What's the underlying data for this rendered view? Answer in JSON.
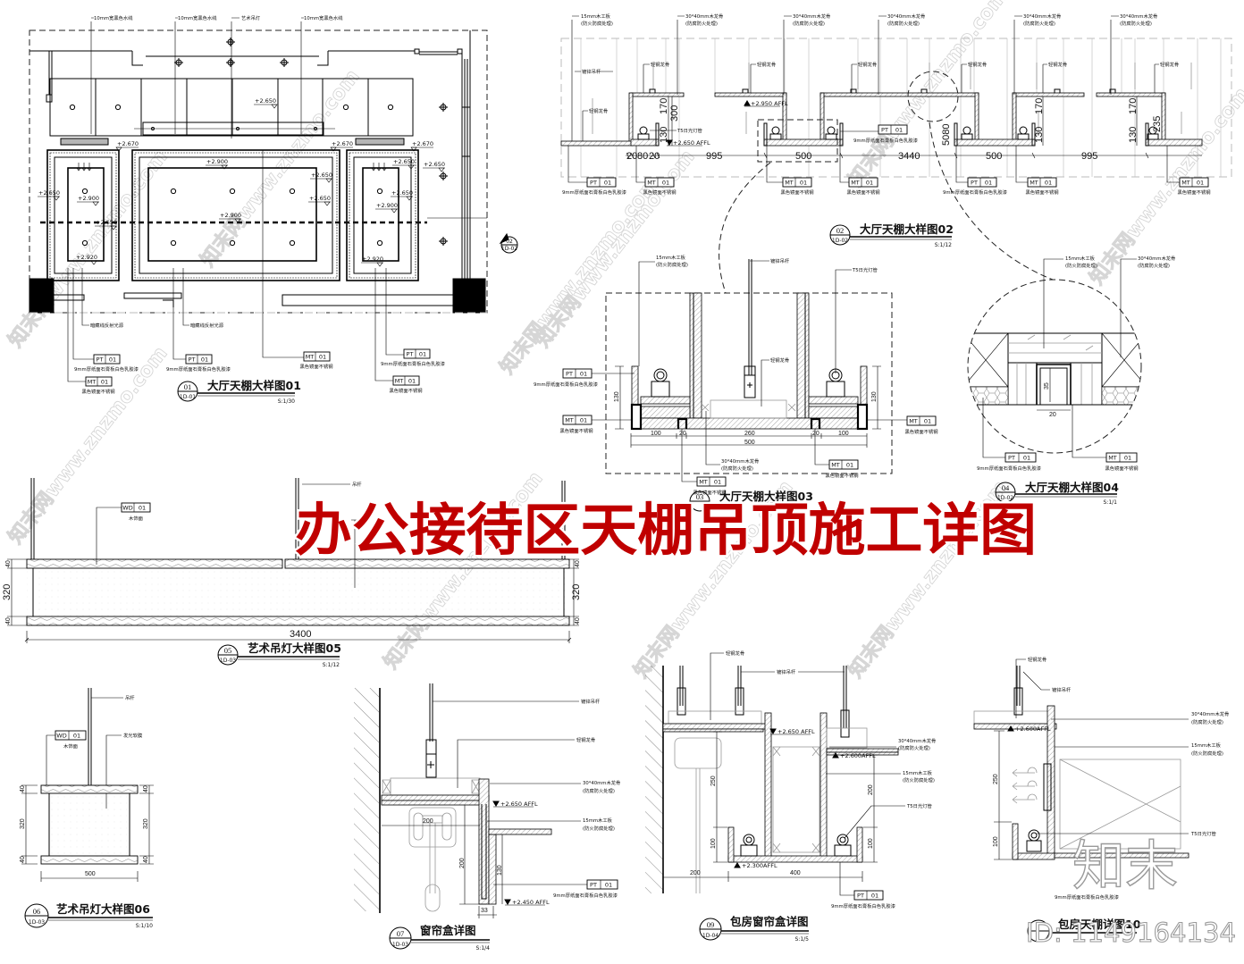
{
  "page": {
    "title": "办公接待区天棚吊顶施工详图"
  },
  "watermark": {
    "brand": "知末",
    "id": "ID: 1149164134",
    "site": "知末网www.znzmo.com"
  },
  "materials": {
    "PT01": {
      "code": "PT",
      "num": "01",
      "desc": "9mm厚纸面石膏板白色乳胶漆"
    },
    "MT01": {
      "code": "MT",
      "num": "01",
      "desc": "黑色镜面不锈钢"
    },
    "WD01": {
      "code": "WD",
      "num": "01",
      "desc": "木饰面"
    }
  },
  "notes": {
    "black_line": "10mm宽黑色水线",
    "chandelier": "艺术吊灯",
    "hidden_light": "暗藏线反射光源",
    "plywood": "15mm木工板",
    "plywood_treat": "(防火防腐处理)",
    "wood_keel": "30*40mm木龙骨",
    "wood_keel_treat": "(防腐防火处理)",
    "steel_keel": "轻钢龙骨",
    "rod": "镀锌吊杆",
    "t5_lamp": "T5日光灯管",
    "hanger": "吊杆",
    "membrane": "发光软膜"
  },
  "drawings": {
    "d01": {
      "no": "01",
      "sheet": "1D-01",
      "name": "大厅天棚大样图01",
      "scale": "S:1/30",
      "levels": [
        "+2.650",
        "+2.670",
        "+2.670",
        "+2.670",
        "+2.900",
        "+2.650",
        "+2.650",
        "+2.650",
        "+2.650",
        "+2.900",
        "+2.650",
        "+2.650",
        "+2.900",
        "+2.900",
        "+2.650",
        "+2.920",
        "+2.920"
      ],
      "section_ref": {
        "no": "02",
        "sheet": "1D-02"
      }
    },
    "d02": {
      "no": "02",
      "sheet": "1D-02",
      "name": "大厅天棚大样图02",
      "scale": "S:1/12",
      "levels": [
        "+2.950 AFFL",
        "+2.650 AFFL"
      ],
      "dims_h": [
        "20",
        "80",
        "20",
        "995",
        "500",
        "3440",
        "500",
        "995"
      ],
      "dims_v": [
        "170",
        "300",
        "130",
        "5080",
        "170",
        "130",
        "170",
        "130",
        "235"
      ]
    },
    "d03": {
      "no": "03",
      "name": "大厅天棚大样图03",
      "dims_h": [
        "100",
        "20",
        "260",
        "20",
        "100",
        "500"
      ],
      "dims_v": [
        "130",
        "130"
      ]
    },
    "d04": {
      "no": "04",
      "sheet": "1D-02",
      "name": "大厅天棚大样图04",
      "scale": "S:1/1",
      "dims": [
        "35",
        "20"
      ]
    },
    "d05": {
      "no": "05",
      "sheet": "1D-03",
      "name": "艺术吊灯大样图05",
      "scale": "S:1/12",
      "dims_h": [
        "3400"
      ],
      "dims_v": [
        "40",
        "320",
        "40",
        "40",
        "320",
        "40"
      ]
    },
    "d06": {
      "no": "06",
      "sheet": "1D-03",
      "name": "艺术吊灯大样图06",
      "scale": "S:1/10",
      "dims_h": [
        "500"
      ],
      "dims_v": [
        "40",
        "320",
        "40",
        "40",
        "320",
        "40"
      ]
    },
    "d07": {
      "no": "07",
      "sheet": "1D-03",
      "name": "窗帘盒详图",
      "scale": "S:1/4",
      "levels": [
        "+2.650 AFFL",
        "+2.450 AFFL"
      ],
      "dims": [
        "200",
        "200",
        "130",
        "33"
      ]
    },
    "d09": {
      "no": "09",
      "sheet": "1D-04",
      "name": "包房窗帘盒详图",
      "scale": "S:1/5",
      "levels": [
        "+2.650 AFFL",
        "+2.600AFFL",
        "+2.300AFFL"
      ],
      "dims": [
        "250",
        "100",
        "200",
        "100",
        "200",
        "400"
      ]
    },
    "d10": {
      "name": "包房天棚详图10",
      "levels": [
        "+2.600AFFL"
      ],
      "dims": [
        "250",
        "100"
      ]
    }
  }
}
